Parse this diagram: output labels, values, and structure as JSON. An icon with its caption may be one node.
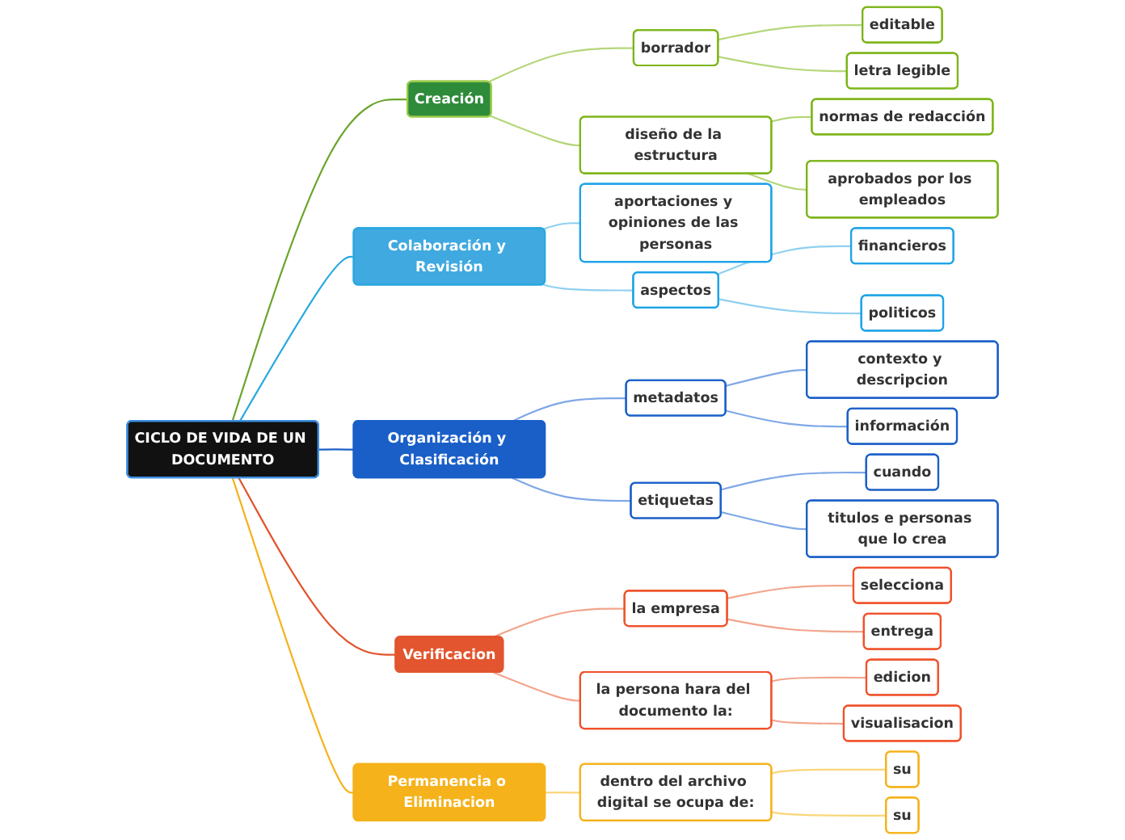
{
  "diagram": {
    "nodes": [
      {
        "text": [
          "CICLO DE VIDA DE UN DOCUMENTO"
        ]
      },
      {
        "text": [
          "Creación"
        ]
      },
      {
        "text": [
          "borrador"
        ]
      },
      {
        "text": [
          "editable"
        ]
      },
      {
        "text": [
          "letra legible"
        ]
      },
      {
        "text": [
          "diseño de la estructura"
        ]
      },
      {
        "text": [
          "normas de redacción"
        ]
      },
      {
        "text": [
          "aprobados por los empleados"
        ]
      },
      {
        "text": [
          "Colaboración y Revisión"
        ]
      },
      {
        "text": [
          "aportaciones y opiniones de las personas"
        ]
      },
      {
        "text": [
          "aspectos"
        ]
      },
      {
        "text": [
          "financieros"
        ]
      },
      {
        "text": [
          "politicos"
        ]
      },
      {
        "text": [
          "Organización y Clasificación"
        ]
      },
      {
        "text": [
          "metadatos"
        ]
      },
      {
        "text": [
          "contexto y descripcion"
        ]
      },
      {
        "text": [
          "información"
        ]
      },
      {
        "text": [
          "etiquetas"
        ]
      },
      {
        "text": [
          "cuando"
        ]
      },
      {
        "text": [
          "titulos e personas que lo crea"
        ]
      },
      {
        "text": [
          "Verificacion"
        ]
      },
      {
        "text": [
          "la empresa"
        ]
      },
      {
        "text": [
          "selecciona"
        ]
      },
      {
        "text": [
          "entrega"
        ]
      },
      {
        "text": [
          "la persona hara del documento la:"
        ]
      },
      {
        "text": [
          "edicion"
        ]
      },
      {
        "text": [
          "visualisacion"
        ]
      },
      {
        "text": [
          "Permanencia o Eliminacion"
        ]
      },
      {
        "text": [
          "dentro del archivo digital se ocupa de:"
        ]
      },
      {
        "text": [
          "su"
        ]
      },
      {
        "text": [
          "su"
        ]
      }
    ],
    "edges": [
      {
        "from": 0,
        "to": 1,
        "arrow": "none",
        "color": "#6aa52a"
      },
      {
        "from": 1,
        "to": 2,
        "arrow": "none",
        "color": "#b5d67a"
      },
      {
        "from": 2,
        "to": 3,
        "arrow": "none",
        "color": "#b5d67a"
      },
      {
        "from": 2,
        "to": 4,
        "arrow": "none",
        "color": "#b5d67a"
      },
      {
        "from": 1,
        "to": 5,
        "arrow": "none",
        "color": "#b5d67a"
      },
      {
        "from": 5,
        "to": 6,
        "arrow": "none",
        "color": "#b5d67a"
      },
      {
        "from": 5,
        "to": 7,
        "arrow": "none",
        "color": "#b5d67a"
      },
      {
        "from": 0,
        "to": 8,
        "arrow": "none",
        "color": "#29a8e0"
      },
      {
        "from": 8,
        "to": 9,
        "arrow": "none",
        "color": "#8fd0f0"
      },
      {
        "from": 8,
        "to": 10,
        "arrow": "none",
        "color": "#8fd0f0"
      },
      {
        "from": 10,
        "to": 11,
        "arrow": "none",
        "color": "#8fd0f0"
      },
      {
        "from": 10,
        "to": 12,
        "arrow": "none",
        "color": "#8fd0f0"
      },
      {
        "from": 0,
        "to": 13,
        "arrow": "none",
        "color": "#1a5fc8"
      },
      {
        "from": 13,
        "to": 14,
        "arrow": "none",
        "color": "#7fa8e6"
      },
      {
        "from": 14,
        "to": 15,
        "arrow": "none",
        "color": "#7fa8e6"
      },
      {
        "from": 14,
        "to": 16,
        "arrow": "none",
        "color": "#7fa8e6"
      },
      {
        "from": 13,
        "to": 17,
        "arrow": "none",
        "color": "#7fa8e6"
      },
      {
        "from": 17,
        "to": 18,
        "arrow": "none",
        "color": "#7fa8e6"
      },
      {
        "from": 17,
        "to": 19,
        "arrow": "none",
        "color": "#7fa8e6"
      },
      {
        "from": 0,
        "to": 20,
        "arrow": "none",
        "color": "#e2552e"
      },
      {
        "from": 20,
        "to": 21,
        "arrow": "none",
        "color": "#f2a58c"
      },
      {
        "from": 21,
        "to": 22,
        "arrow": "none",
        "color": "#f2a58c"
      },
      {
        "from": 21,
        "to": 23,
        "arrow": "none",
        "color": "#f2a58c"
      },
      {
        "from": 20,
        "to": 24,
        "arrow": "none",
        "color": "#f2a58c"
      },
      {
        "from": 24,
        "to": 25,
        "arrow": "none",
        "color": "#f2a58c"
      },
      {
        "from": 24,
        "to": 26,
        "arrow": "none",
        "color": "#f2a58c"
      },
      {
        "from": 0,
        "to": 27,
        "arrow": "none",
        "color": "#f5b21b"
      },
      {
        "from": 27,
        "to": 28,
        "arrow": "none",
        "color": "#fad67a"
      },
      {
        "from": 28,
        "to": 29,
        "arrow": "none",
        "color": "#fad67a"
      },
      {
        "from": 28,
        "to": 30,
        "arrow": "none",
        "color": "#fad67a"
      }
    ]
  }
}
